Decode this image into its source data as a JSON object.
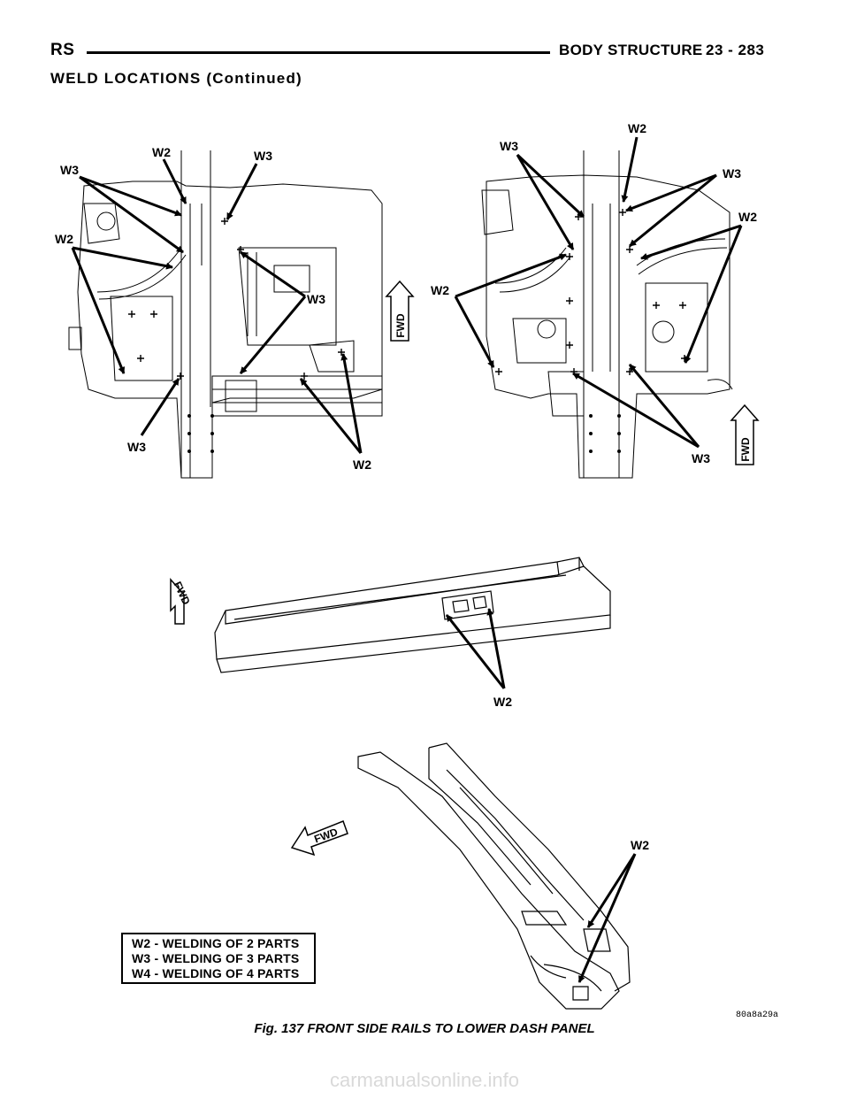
{
  "header": {
    "left": "RS",
    "title": "BODY STRUCTURE",
    "page": "23 - 283"
  },
  "section_title": "WELD LOCATIONS (Continued)",
  "figure": {
    "view1_labels": {
      "w3_a": "W3",
      "w2_a": "W2",
      "w3_b": "W3",
      "w2_b": "W2",
      "w3_c": "W3",
      "w3_d": "W3",
      "w2_c": "W2",
      "fwd": "FWD"
    },
    "view2_labels": {
      "w3_a": "W3",
      "w2_a": "W2",
      "w3_b": "W3",
      "w2_b": "W2",
      "w2_c": "W2",
      "w3_c": "W3",
      "fwd": "FWD"
    },
    "view3_labels": {
      "w2": "W2",
      "fwd": "FWD"
    },
    "view4_labels": {
      "w2": "W2",
      "fwd": "FWD"
    },
    "legend": [
      "W2 - WELDING OF 2 PARTS",
      "W3 - WELDING OF 3 PARTS",
      "W4 - WELDING OF 4 PARTS"
    ],
    "code": "80a8a29a",
    "caption": "Fig. 137 FRONT SIDE RAILS TO LOWER DASH PANEL"
  },
  "watermark": "carmanualsonline.info"
}
